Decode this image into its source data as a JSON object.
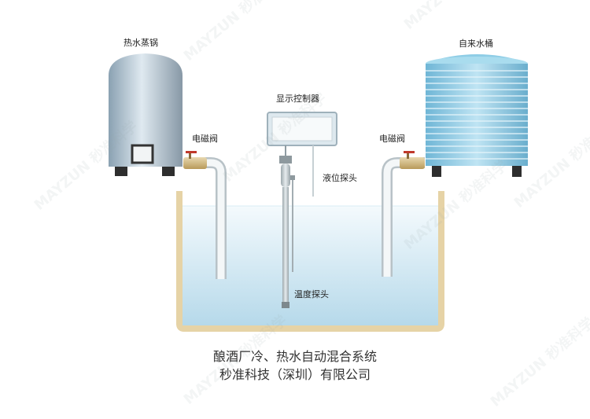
{
  "labels": {
    "boiler": "热水蒸锅",
    "tank": "自来水桶",
    "controller": "显示控制器",
    "valve_left": "电磁阀",
    "valve_right": "电磁阀",
    "level_probe": "液位探头",
    "temp_probe": "温度探头"
  },
  "caption": {
    "line1": "酿酒厂冷、热水自动混合系统",
    "line2": "秒准科技（深圳）有限公司"
  },
  "watermark": "MAYZUN 秒准科学"
}
